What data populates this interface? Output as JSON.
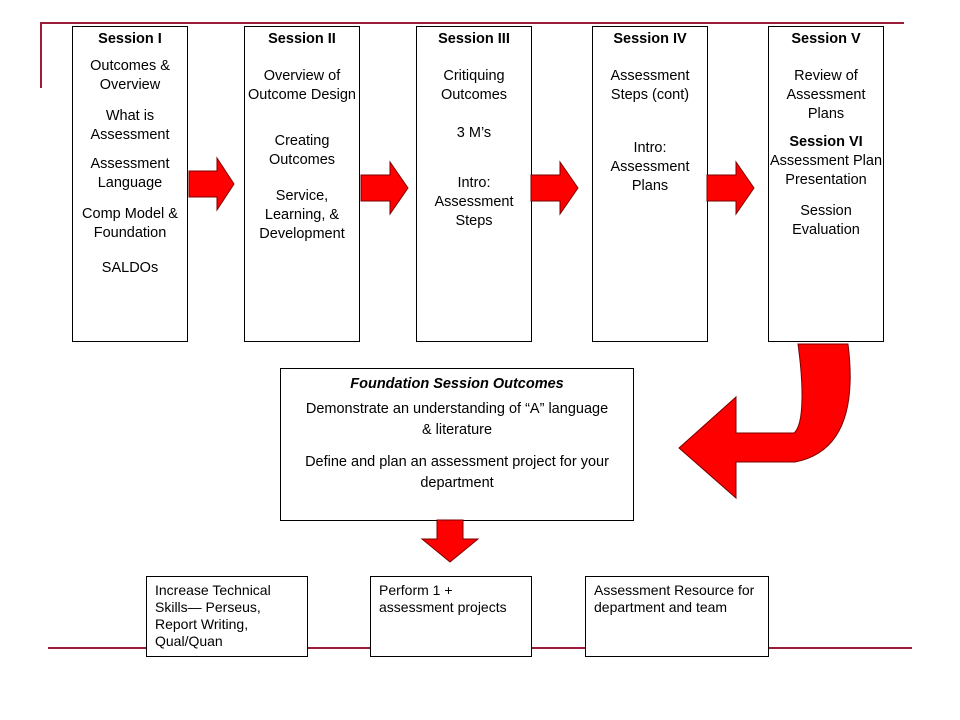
{
  "sessions": [
    {
      "title": "Session I",
      "items": [
        "Outcomes & Overview",
        "What is Assessment",
        "Assessment Language",
        "Comp Model & Foundation",
        "SALDOs"
      ]
    },
    {
      "title": "Session II",
      "items": [
        "Overview of Outcome Design",
        "Creating Outcomes",
        "Service, Learning, & Development"
      ]
    },
    {
      "title": "Session III",
      "items": [
        "Critiquing Outcomes",
        "3 M’s",
        "Intro: Assessment Steps"
      ]
    },
    {
      "title": "Session IV",
      "items": [
        "Assessment Steps (cont)",
        "Intro: Assessment Plans"
      ]
    },
    {
      "title": "Session V",
      "items": [
        "Review of Assessment Plans",
        "Session VI",
        "Assessment Plan Presentation",
        "Session Evaluation"
      ]
    }
  ],
  "foundation": {
    "title": "Foundation  Session Outcomes",
    "items": [
      "Demonstrate an understanding of “A” language & literature",
      "Define and plan an assessment project for your department"
    ]
  },
  "bottom_boxes": [
    "Increase Technical Skills— Perseus, Report Writing, Qual/Quan",
    "Perform 1 + assessment projects",
    "Assessment Resource for department and team"
  ],
  "colors": {
    "arrow_fill": "#ff0000",
    "arrow_stroke": "#7a0000",
    "rule": "#9b1b3a"
  }
}
